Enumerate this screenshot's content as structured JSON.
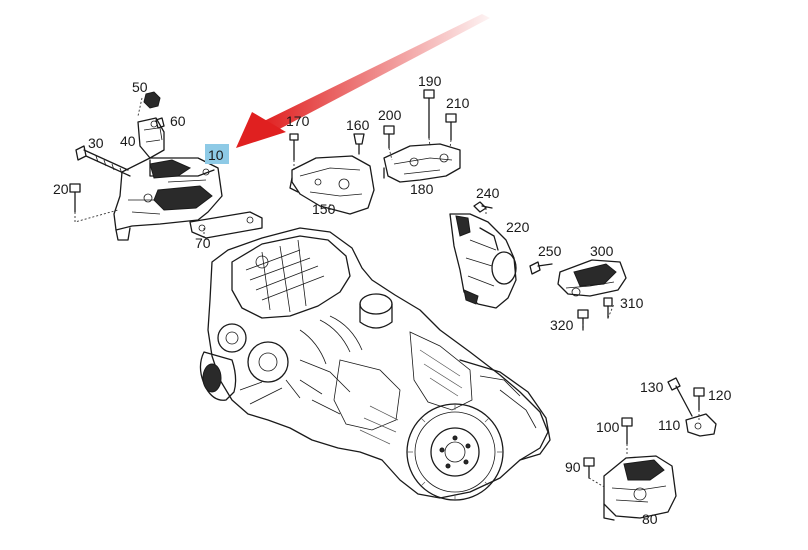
{
  "diagram": {
    "highlight_color": "#8ecae6",
    "arrow_color": "#e02020",
    "labels": {
      "l10": "10",
      "l20": "20",
      "l30": "30",
      "l40": "40",
      "l50": "50",
      "l60": "60",
      "l70": "70",
      "l80": "80",
      "l90": "90",
      "l100": "100",
      "l110": "110",
      "l120": "120",
      "l130": "130",
      "l150": "150",
      "l160": "160",
      "l170": "170",
      "l180": "180",
      "l190": "190",
      "l200": "200",
      "l210": "210",
      "l220": "220",
      "l240": "240",
      "l250": "250",
      "l300": "300",
      "l310": "310",
      "l320": "320"
    }
  }
}
